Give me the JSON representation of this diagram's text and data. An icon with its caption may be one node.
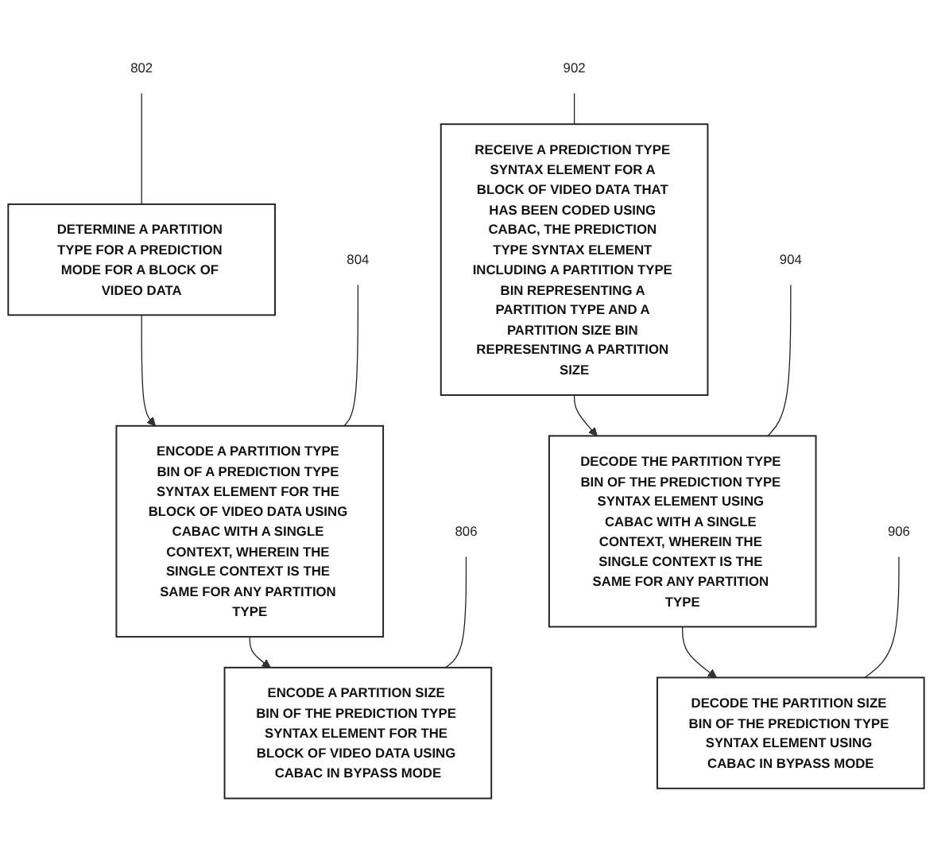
{
  "diagram": {
    "nodes": [
      {
        "text": [
          "DETERMINE A PARTITION TYPE FOR A PREDICTION MODE FOR A BLOCK OF VIDEO DATA"
        ]
      },
      {
        "text": [
          "ENCODE A PARTITION TYPE BIN OF A PREDICTION TYPE SYNTAX ELEMENT FOR THE BLOCK OF VIDEO DATA USING CABAC WITH A SINGLE CONTEXT, WHEREIN THE SINGLE CONTEXT IS THE SAME FOR ANY PARTITION TYPE"
        ]
      },
      {
        "text": [
          "ENCODE A PARTITION SIZE BIN OF THE PREDICTION TYPE SYNTAX ELEMENT FOR THE BLOCK OF VIDEO DATA USING CABAC IN BYPASS MODE"
        ]
      },
      {
        "text": [
          "RECEIVE A PREDICTION TYPE SYNTAX ELEMENT FOR A BLOCK OF VIDEO DATA THAT HAS BEEN CODED USING CABAC, THE PREDICTION TYPE SYNTAX ELEMENT INCLUDING A PARTITION TYPE BIN REPRESENTING A PARTITION TYPE AND A PARTITION SIZE BIN REPRESENTING A PARTITION SIZE"
        ]
      },
      {
        "text": [
          "DECODE THE PARTITION TYPE BIN OF THE PREDICTION TYPE SYNTAX ELEMENT USING CABAC WITH A SINGLE CONTEXT, WHEREIN THE SINGLE CONTEXT IS THE SAME FOR ANY PARTITION TYPE"
        ]
      },
      {
        "text": [
          "DECODE THE PARTITION SIZE BIN OF THE PREDICTION TYPE SYNTAX ELEMENT USING CABAC IN BYPASS MODE"
        ]
      },
      {
        "text": [
          "802"
        ]
      },
      {
        "text": [
          "804"
        ]
      },
      {
        "text": [
          "806"
        ]
      },
      {
        "text": [
          "902"
        ]
      },
      {
        "text": [
          "904"
        ]
      },
      {
        "text": [
          "906"
        ]
      }
    ],
    "edges": [
      {
        "from": 0,
        "to": 1,
        "arrow": "to"
      },
      {
        "from": 1,
        "to": 2,
        "arrow": "to"
      },
      {
        "from": 3,
        "to": 4,
        "arrow": "to"
      },
      {
        "from": 4,
        "to": 5,
        "arrow": "to"
      },
      {
        "from": 6,
        "to": 0,
        "arrow": "none"
      },
      {
        "from": 7,
        "to": 1,
        "arrow": "none"
      },
      {
        "from": 8,
        "to": 2,
        "arrow": "none"
      },
      {
        "from": 9,
        "to": 3,
        "arrow": "none"
      },
      {
        "from": 10,
        "to": 4,
        "arrow": "none"
      },
      {
        "from": 11,
        "to": 5,
        "arrow": "none"
      }
    ]
  }
}
